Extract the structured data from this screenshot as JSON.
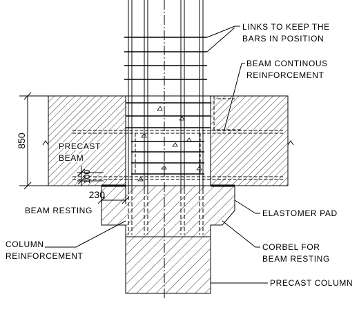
{
  "labels": {
    "links": [
      "LINKS TO KEEP THE",
      "BARS IN POSITION"
    ],
    "beam_reinf": [
      "BEAM CONTINOUS",
      "REINFORCEMENT"
    ],
    "precast_beam": [
      "PRECAST",
      "BEAM"
    ],
    "beam_resting": "BEAM RESTING",
    "elastomer": "ELASTOMER PAD",
    "column_reinf": [
      "COLUMN",
      "REINFORCEMENT"
    ],
    "corbel": [
      "CORBEL FOR",
      "BEAM RESTING"
    ],
    "precast_column": "PRECAST COLUMN"
  },
  "dimensions": {
    "height": "850",
    "gap": "100",
    "bearing": "230"
  }
}
